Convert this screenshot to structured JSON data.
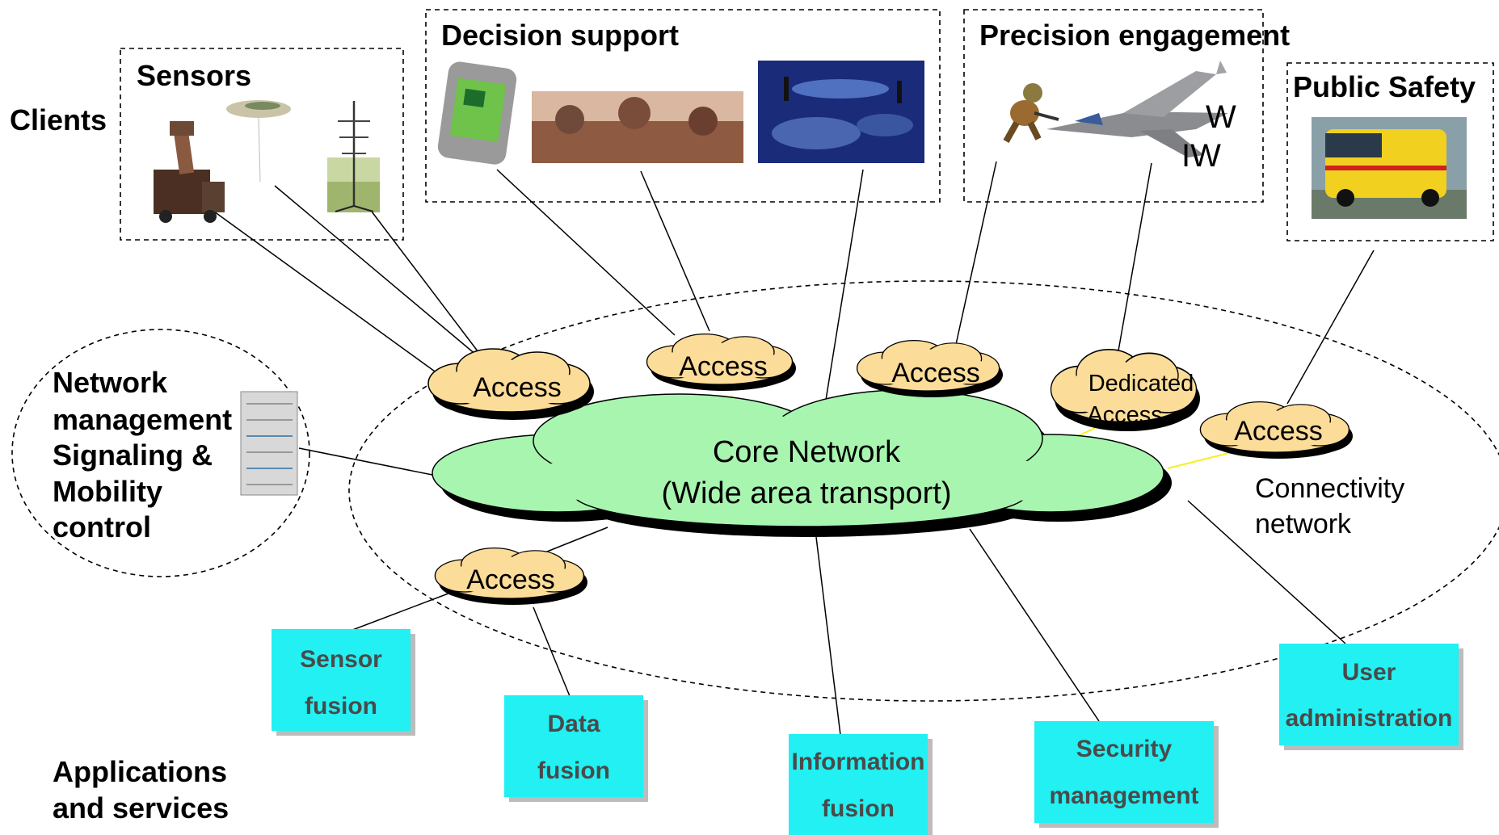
{
  "groups": {
    "clients": "Clients",
    "sensors": "Sensors",
    "decision_support": "Decision support",
    "precision_engagement": "Precision engagement",
    "public_safety": "Public Safety",
    "network_management": [
      "Network",
      "management",
      "Signaling &",
      "Mobility",
      "control"
    ],
    "applications": [
      "Applications",
      "and services"
    ]
  },
  "network": {
    "core": [
      "Core Network",
      "(Wide area transport)"
    ],
    "connectivity": [
      "Connectivity",
      "network"
    ],
    "access": "Access",
    "dedicated_access": [
      "Dedicated",
      "Access"
    ],
    "iw_labels": [
      "W",
      "IW"
    ]
  },
  "services": {
    "sensor_fusion": [
      "Sensor",
      "fusion"
    ],
    "data_fusion": [
      "Data",
      "fusion"
    ],
    "information_fusion": [
      "Information",
      "fusion"
    ],
    "security_management": [
      "Security",
      "management"
    ],
    "user_administration": [
      "User",
      "administration"
    ]
  },
  "images": {
    "radar_truck": "radar-truck-image",
    "uav": "uav-image",
    "antenna_mast": "antenna-mast-image",
    "pda": "pda-image",
    "soldiers": "soldiers-image",
    "command_center": "command-center-image",
    "soldier": "soldier-image",
    "fighter_jet": "fighter-jet-image",
    "ambulance": "ambulance-image",
    "server_rack": "server-rack-image"
  },
  "colors": {
    "core_cloud": "#a8f5b0",
    "access_cloud": "#fbdc98",
    "service_box": "#22f0f3",
    "service_text": "#4a4a4a",
    "yellow_link": "#f5f020"
  }
}
